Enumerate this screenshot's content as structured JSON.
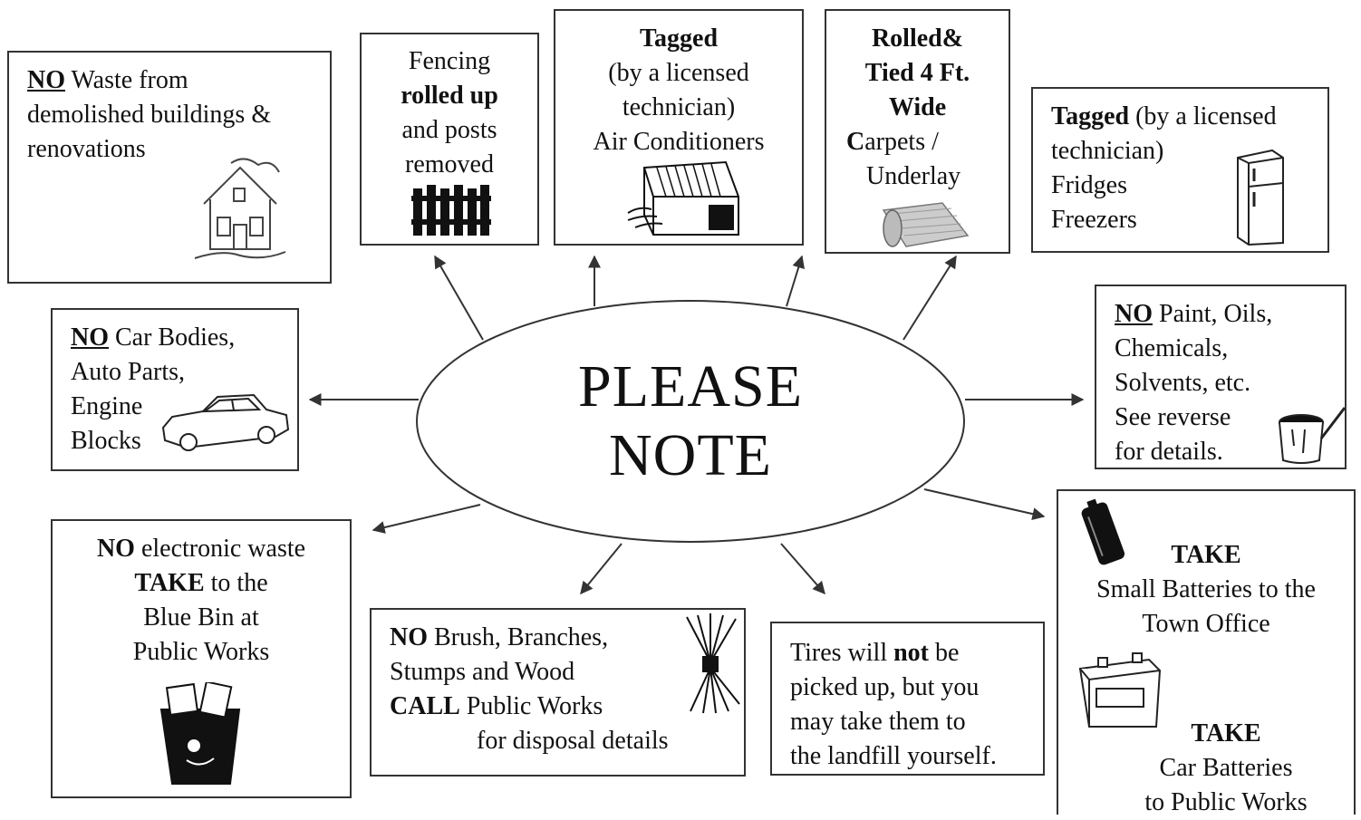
{
  "center": {
    "line1": "PLEASE",
    "line2": "NOTE"
  },
  "boxes": {
    "demolition": {
      "no": "NO",
      "text1": " Waste from",
      "text2": "demolished buildings &",
      "text3": "renovations"
    },
    "fencing": {
      "l1": "Fencing",
      "l2": "rolled up",
      "l3": "and posts",
      "l4": "removed"
    },
    "ac": {
      "l1": "Tagged",
      "l2": "(by a licensed",
      "l3": "technician)",
      "l4": "Air Conditioners"
    },
    "carpets": {
      "l1": "Rolled&",
      "l2": "Tied 4 Ft.",
      "l3": "Wide",
      "l4a": "C",
      "l4b": "arpets /",
      "l5": "Underlay"
    },
    "fridges": {
      "l1a": "Tagged",
      "l1b": " (by a licensed",
      "l2": "technician)",
      "l3": "Fridges",
      "l4": "Freezers"
    },
    "cars": {
      "no": "NO",
      "l1": " Car Bodies,",
      "l2": "Auto Parts,",
      "l3": "Engine",
      "l4": "Blocks"
    },
    "paint": {
      "no": "NO",
      "l1": " Paint, Oils,",
      "l2": "Chemicals,",
      "l3": "Solvents,  etc.",
      "l4": "See reverse",
      "l5": "for details."
    },
    "electronic": {
      "no": "NO",
      "l1": " electronic waste",
      "take": "TAKE",
      "l2": " to the",
      "l3": "Blue Bin at",
      "l4": "Public Works"
    },
    "brush": {
      "no": "NO",
      "l1": "  Brush, Branches,",
      "l2": "Stumps and Wood",
      "call": "CALL",
      "l3": " Public Works",
      "l4": "for disposal details"
    },
    "tires": {
      "l1a": "Tires will ",
      "l1b": "not",
      "l1c": " be",
      "l2": "picked up, but you",
      "l3": "may take them to",
      "l4": "the landfill yourself."
    },
    "batteries": {
      "take1": "TAKE",
      "l1": "Small Batteries to the",
      "l2": "Town Office",
      "take2": "TAKE",
      "l3": "Car Batteries",
      "l4": "to Public Works"
    }
  },
  "colors": {
    "line": "#333333",
    "text": "#111111"
  }
}
